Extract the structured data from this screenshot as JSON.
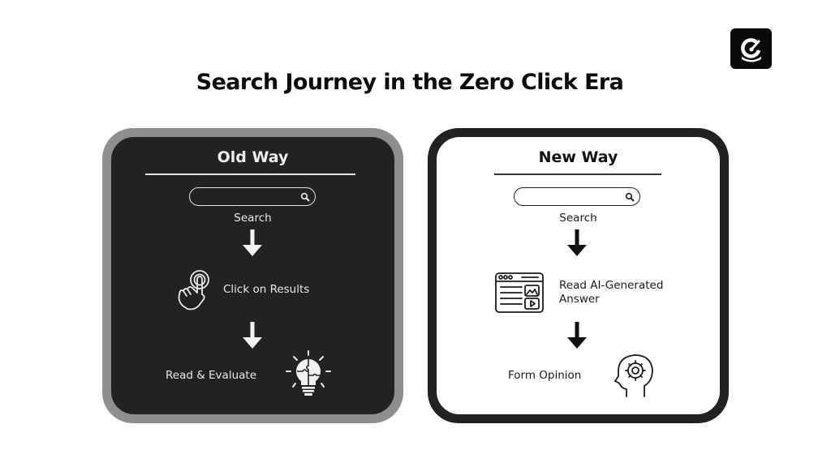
{
  "title": "Search Journey in the Zero Click Era",
  "brand": {
    "logo_icon": "g-gauge-logo-icon",
    "logo_bg": "#0a0a0a"
  },
  "panels": {
    "old": {
      "heading": "Old Way",
      "theme": {
        "outer": "#8e8e8e",
        "inner": "#222222",
        "text": "#ececec"
      },
      "steps": [
        {
          "label": "Search",
          "icon": "search-bar-icon"
        },
        {
          "label": "Click on Results",
          "icon": "hand-tap-icon"
        },
        {
          "label": "Read & Evaluate",
          "icon": "lightbulb-puzzle-icon"
        }
      ]
    },
    "new": {
      "heading": "New Way",
      "theme": {
        "outer": "#222222",
        "inner": "#ffffff",
        "text": "#111111"
      },
      "steps": [
        {
          "label": "Search",
          "icon": "search-bar-icon"
        },
        {
          "label_line1": "Read AI-Generated",
          "label_line2": "Answer",
          "icon": "browser-content-icon"
        },
        {
          "label": "Form Opinion",
          "icon": "head-gear-icon"
        }
      ]
    }
  }
}
